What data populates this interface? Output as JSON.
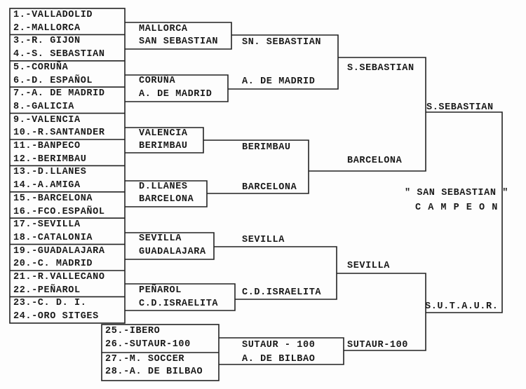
{
  "round1": [
    "1.-VALLADOLID",
    "2.-MALLORCA",
    "3.-R. GIJON",
    "4.-S. SEBASTIAN",
    "5.-CORUÑA",
    "6.-D. ESPAÑOL",
    "7.-A. DE MADRID",
    "8.-GALICIA",
    "9.-VALENCIA",
    "10.-R.SANTANDER",
    "11.-BANPECO",
    "12.-BERIMBAU",
    "13.-D.LLANES",
    "14.-A.AMIGA",
    "15.-BARCELONA",
    "16.-FCO.ESPAÑOL",
    "17.-SEVILLA",
    "18.-CATALONIA",
    "19.-GUADALAJARA",
    "20.-C. MADRID",
    "21.-R.VALLECANO",
    "22.-PEÑAROL",
    "23.-C. D. I.",
    "24.-ORO SITGES"
  ],
  "round1_late": [
    "25.-IBERO",
    "26.-SUTAUR-100",
    "27.-M. SOCCER",
    "28.-A. DE BILBAO"
  ],
  "round2": [
    "MALLORCA",
    "SAN SEBASTIAN",
    "CORUÑA",
    "A. DE MADRID",
    "VALENCIA",
    "BERIMBAU",
    "D.LLANES",
    "BARCELONA",
    "SEVILLA",
    "GUADALAJARA",
    "PEÑAROL",
    "C.D.ISRAELITA"
  ],
  "round3": [
    "SN. SEBASTIAN",
    "A. DE MADRID",
    "BERIMBAU",
    "BARCELONA",
    "SEVILLA",
    "C.D.ISRAELITA",
    "SUTAUR - 100",
    "A. DE BILBAO"
  ],
  "round4": [
    "S.SEBASTIAN",
    "BARCELONA",
    "SEVILLA",
    "SUTAUR-100"
  ],
  "semifinal": [
    "S.SEBASTIAN",
    "S.U.T.A.U.R."
  ],
  "champion": {
    "name": "\" SAN SEBASTIAN \"",
    "title": "C A M P E O N"
  }
}
